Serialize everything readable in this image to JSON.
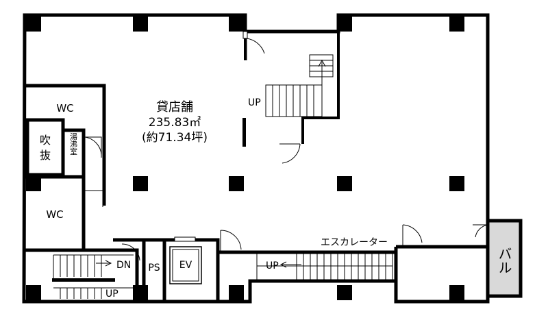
{
  "rooms": {
    "store_name": "貸店舗",
    "store_area": "235.83㎡",
    "store_tsubo": "(約71.34坪)",
    "wc_upper": "WC",
    "wc_lower": "WC",
    "fukinuke_1": "吹",
    "fukinuke_2": "抜",
    "yuwakashi": "湯沸室",
    "ps": "PS",
    "ev": "EV",
    "balcony": "バル"
  },
  "stairs": {
    "up_main": "UP",
    "dn_left": "DN",
    "up_left": "UP",
    "up_escalator": "UP",
    "escalator": "エスカレーター"
  },
  "colors": {
    "wall": "#000000",
    "balcony_fill": "#d9d9d9",
    "background": "#ffffff"
  }
}
